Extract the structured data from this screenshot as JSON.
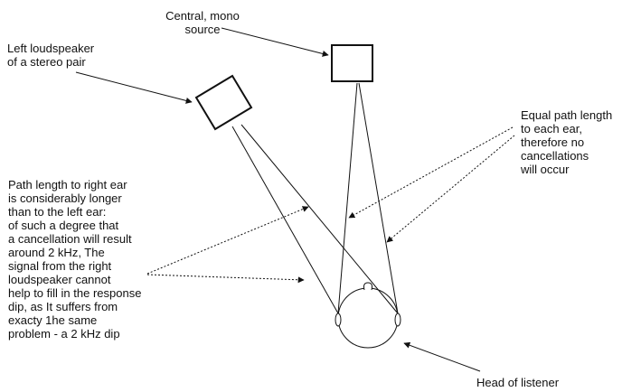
{
  "diagram": {
    "labels": {
      "central_source": [
        "Central, mono",
        "source"
      ],
      "left_speaker": [
        "Left loudspeaker",
        "of a stereo pair"
      ],
      "equal_path": [
        "Equal path length",
        "to each ear,",
        "therefore no",
        "cancellations",
        "will occur"
      ],
      "path_length": [
        "Path length to right ear",
        "is considerably longer",
        "than to the left ear:",
        "of such a degree that",
        "a cancellation will result",
        "around 2 kHz, The",
        "signal from the right",
        "loudspeaker cannot",
        "help to fill in the response",
        "dip, as It suffers from",
        "exacty 1he same",
        "problem - a 2 kHz dip"
      ],
      "head": [
        "Head of listener"
      ]
    },
    "colors": {
      "stroke": "#111111",
      "background": "#ffffff"
    }
  }
}
